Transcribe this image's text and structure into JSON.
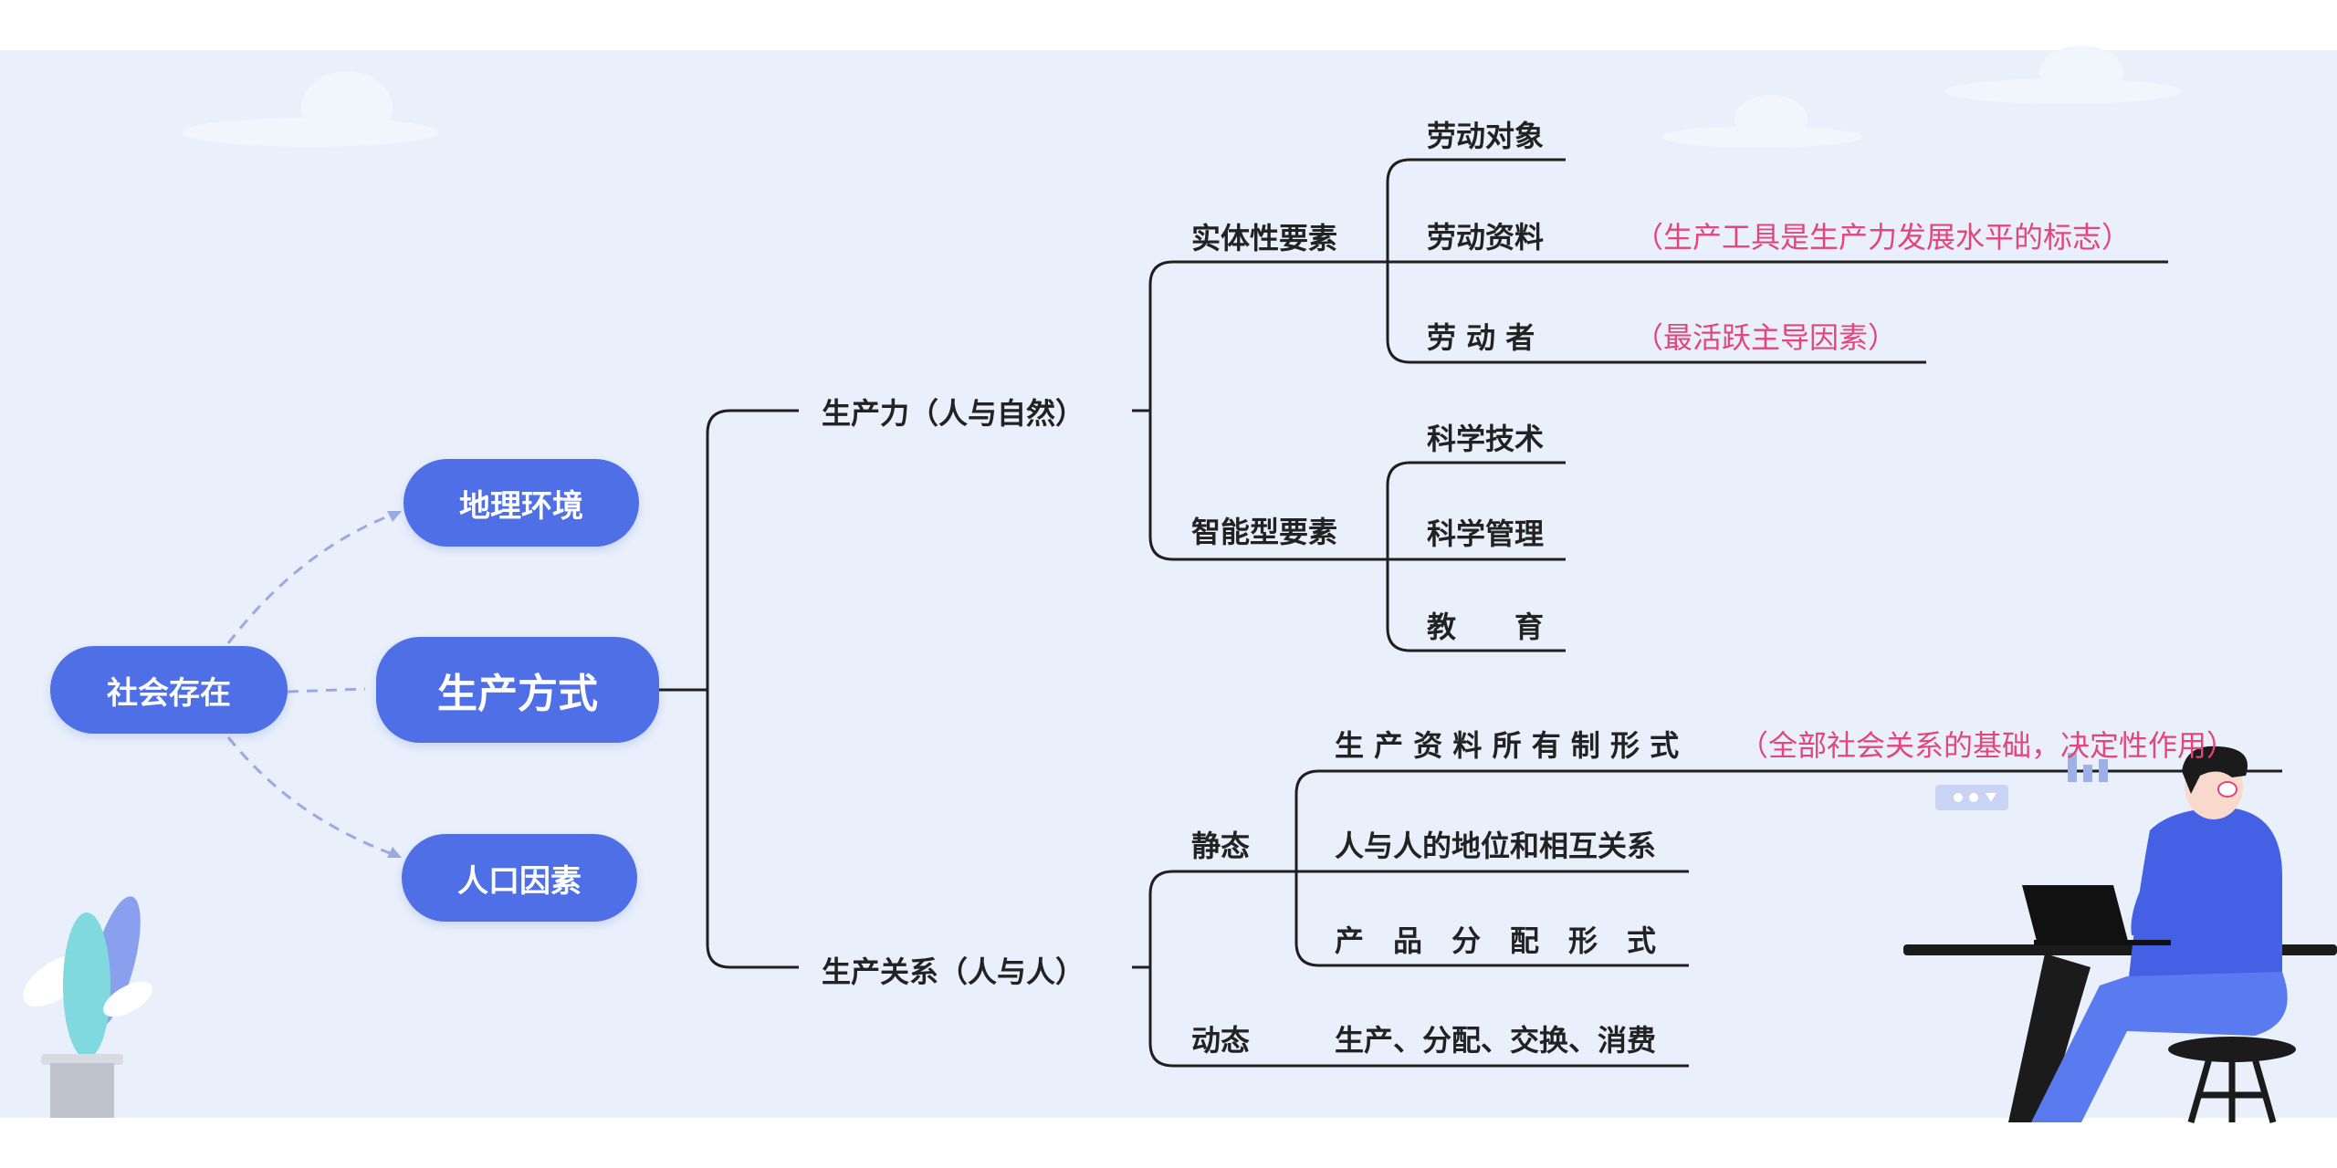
{
  "colors": {
    "accent": "#4f6fe6",
    "note": "#e2467b",
    "background": "#e9f0fb",
    "line": "#222222"
  },
  "nodes": {
    "social_existence": "社会存在",
    "geography": "地理环境",
    "mode_of_production": "生产方式",
    "population": "人口因素"
  },
  "productive_forces": {
    "label": "生产力（人与自然）",
    "substantive": {
      "label": "实体性要素",
      "items": [
        "劳动对象",
        "劳动资料",
        "劳 动 者"
      ]
    },
    "intelligent": {
      "label": "智能型要素",
      "items": [
        "科学技术",
        "科学管理",
        "教　　育"
      ]
    },
    "notes": {
      "tools": "（生产工具是生产力发展水平的标志）",
      "worker": "（最活跃主导因素）"
    }
  },
  "relations_of_production": {
    "label": "生产关系（人与人）",
    "static": {
      "label": "静态",
      "items": [
        "生 产 资 料 所 有 制 形 式",
        "人与人的地位和相互关系",
        "产　品　分　配　形　式"
      ]
    },
    "dynamic": {
      "label": "动态",
      "item": "生产、分配、交换、消费"
    },
    "notes": {
      "ownership": "（全部社会关系的基础，决定性作用）"
    }
  },
  "icons": [
    "plant-icon",
    "person-at-desk-icon",
    "laptop-icon",
    "cloud-icon"
  ]
}
